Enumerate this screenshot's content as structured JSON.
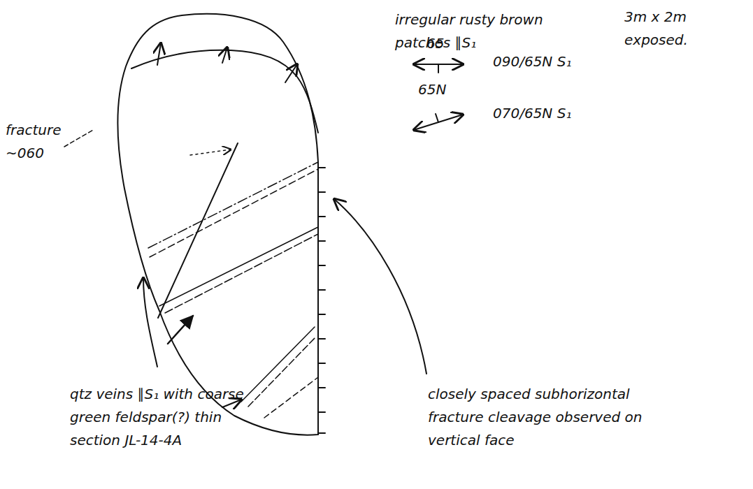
{
  "diagram": {
    "labels": [
      "irregular rusty brown patches ∥S₁",
      "3m x 2m exposed.",
      "65",
      "090/65N S₁",
      "65N",
      "070/65N S₁",
      "fracture ~060",
      "qtz veins ∥S₁ with coarse green feldspar(?) thin section JL-14-4A",
      "closely spaced subhorizontal fracture cleavage observed on vertical face"
    ]
  }
}
